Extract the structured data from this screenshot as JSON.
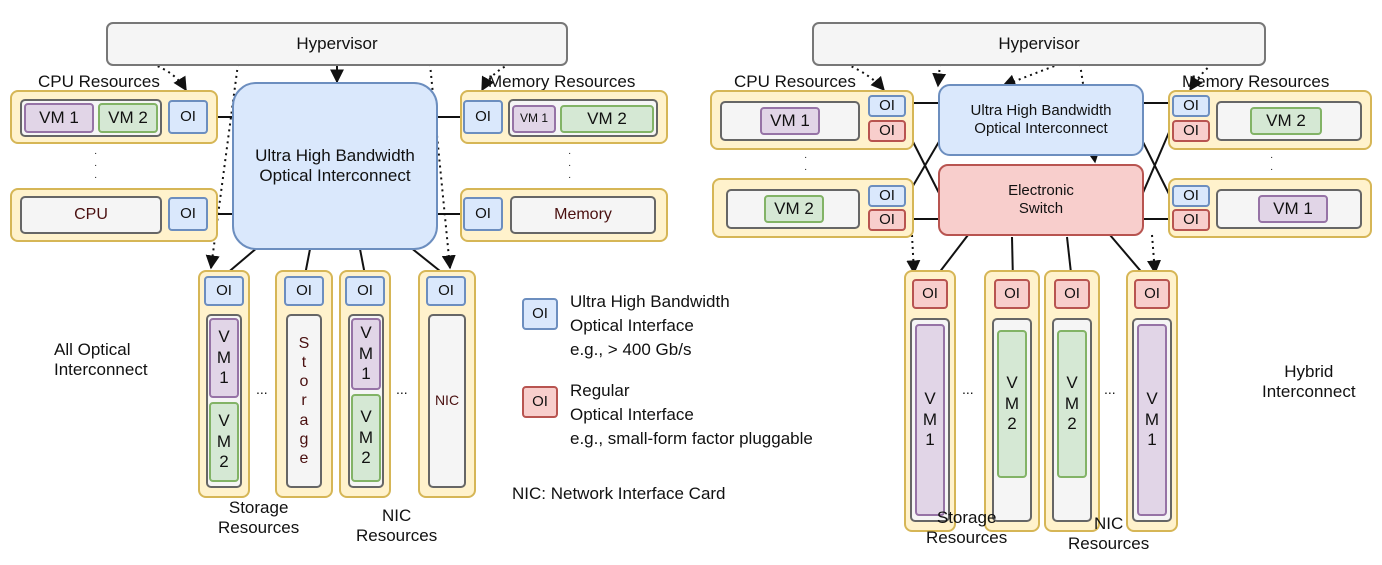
{
  "hypervisor": "Hypervisor",
  "oi": "OI",
  "ellipsis_h": "...",
  "ellipsis_v": "·\n·\n·",
  "left": {
    "cpu_resources": "CPU Resources",
    "memory_resources": "Memory Resources",
    "vm1": "VM 1",
    "vm2": "VM 2",
    "vm1_small": "VM 1",
    "cpu": "CPU",
    "memory": "Memory",
    "interconnect": "Ultra High Bandwidth\nOptical Interconnect",
    "caption": "All Optical\nInterconnect",
    "storage_text": "S\nt\no\nr\na\ng\ne",
    "nic": "NIC",
    "vm1_vertical": "V\nM\n1",
    "vm2_vertical": "V\nM\n2",
    "storage_resources": "Storage\nResources",
    "nic_resources": "NIC\nResources"
  },
  "legend": {
    "oi_title": "Ultra High Bandwidth",
    "oi_line2": "Optical Interface",
    "oi_line3": "e.g., > 400 Gb/s",
    "roi_title": "Regular",
    "roi_line2": "Optical Interface",
    "roi_line3": "e.g., small-form factor pluggable",
    "nic_note": "NIC: Network Interface Card"
  },
  "right": {
    "cpu_resources": "CPU Resources",
    "memory_resources": "Memory Resources",
    "vm1": "VM 1",
    "vm2": "VM 2",
    "interconnect": "Ultra High Bandwidth\nOptical Interconnect",
    "switch": "Electronic\nSwitch",
    "caption": "Hybrid\nInterconnect",
    "vm1_vertical": "V\nM\n1",
    "vm2_vertical": "V\nM\n2",
    "storage_resources": "Storage\nResources",
    "nic_resources": "NIC\nResources"
  },
  "colors": {
    "resource_fill": "#fff2cc",
    "resource_stroke": "#d6b656",
    "oi_fill": "#dae8fc",
    "oi_stroke": "#6c8ebf",
    "regular_oi_fill": "#f8cecc",
    "regular_oi_stroke": "#b85450",
    "vm_purple": "#e1d5e7",
    "vm_green": "#d5e8d4"
  }
}
